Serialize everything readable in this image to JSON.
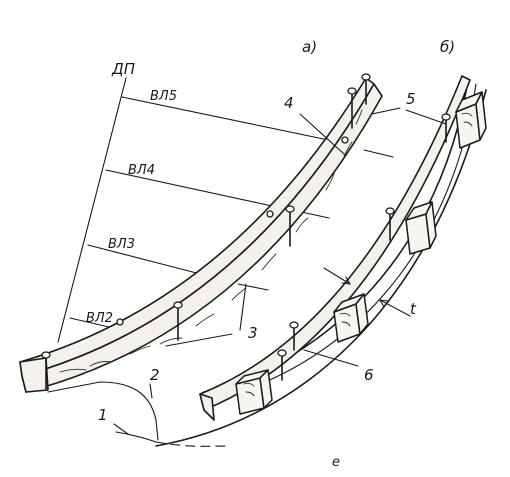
{
  "labels": {
    "variant_a": "а)",
    "variant_b": "б)",
    "dp": "ДП",
    "vl5": "ВЛ5",
    "vl4": "ВЛ4",
    "vl3": "ВЛ3",
    "vl2": "ВЛ2",
    "num1": "1",
    "num2": "2",
    "num3": "3",
    "num4": "4",
    "num5": "5",
    "num6": "6",
    "t": "t",
    "mark": "е"
  }
}
